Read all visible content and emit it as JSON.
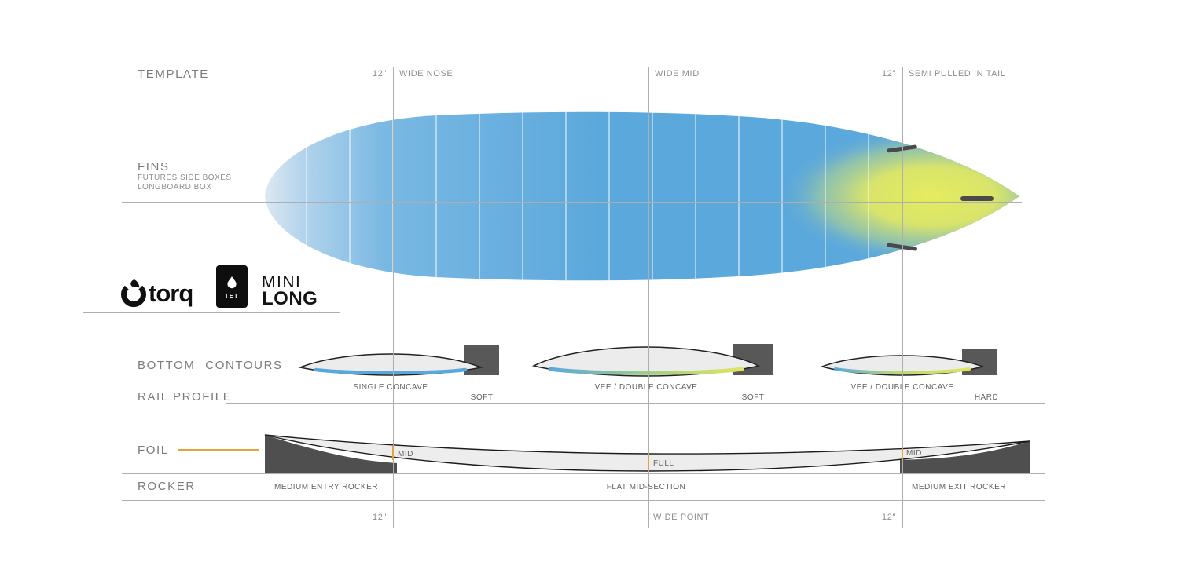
{
  "template": {
    "label": "TEMPLATE",
    "nose_offset": "12\"",
    "nose_label": "WIDE NOSE",
    "mid_label": "WIDE MID",
    "tail_offset": "12\"",
    "tail_label": "SEMI PULLED IN TAIL"
  },
  "fins": {
    "label": "FINS",
    "detail_line1": "FUTURES SIDE BOXES",
    "detail_line2": "LONGBOARD BOX"
  },
  "branding": {
    "brand_name": "torq",
    "badge_text": "TET",
    "model_top": "MINI",
    "model_bottom": "LONG"
  },
  "bottom_contours": {
    "label": "BOTTOM CONTOURS",
    "items": [
      "SINGLE CONCAVE",
      "VEE / DOUBLE CONCAVE",
      "VEE / DOUBLE CONCAVE"
    ]
  },
  "rail_profile": {
    "label": "RAIL PROFILE",
    "items": [
      "SOFT",
      "SOFT",
      "HARD"
    ]
  },
  "foil": {
    "label": "FOIL",
    "items": [
      "MID",
      "FULL",
      "MID"
    ]
  },
  "rocker": {
    "label": "ROCKER",
    "items": [
      "MEDIUM ENTRY ROCKER",
      "FLAT MID-SECTION",
      "MEDIUM EXIT ROCKER"
    ]
  },
  "baseline_markers": {
    "left": "12\"",
    "center": "WIDE POINT",
    "right": "12\""
  },
  "colors": {
    "board_blue": "#5ba8dc",
    "board_yellow": "#e2e95e",
    "accent_orange": "#e6a23c",
    "line_grey": "#aeaeae",
    "label_grey": "#7b7b7b",
    "block_grey": "#585858"
  }
}
